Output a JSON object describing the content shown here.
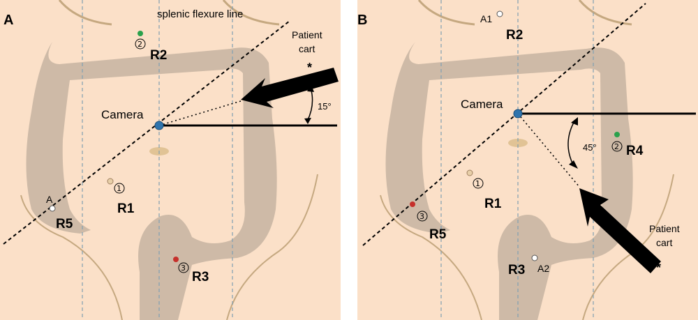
{
  "colors": {
    "skin": "#fbe0c8",
    "colon": "#c9b6a3",
    "outline": "#b59a7e",
    "grid": "#7f9fb2",
    "camera": "#2f74ad",
    "port_green": "#2aa14c",
    "port_red": "#c6302b",
    "port_tan": "#e8cfa8",
    "port_white": "#ffffff"
  },
  "panel_a": {
    "letter": "A",
    "splenic_line_label": "splenic flexure line",
    "camera_label": "Camera",
    "cart_label_1": "Patient",
    "cart_label_2": "cart",
    "star": "*",
    "angle": "15°",
    "r1": "R1",
    "r2": "R2",
    "r3": "R3",
    "r5": "R5",
    "a": "A",
    "num1": "1",
    "num2": "2",
    "num3": "3"
  },
  "panel_b": {
    "letter": "B",
    "camera_label": "Camera",
    "cart_label_1": "Patient",
    "cart_label_2": "cart",
    "star": "*",
    "angle": "45°",
    "r1": "R1",
    "r2": "R2",
    "r3": "R3",
    "r4": "R4",
    "r5": "R5",
    "a1": "A1",
    "a2": "A2",
    "num1": "1",
    "num2": "2",
    "num3": "3"
  }
}
